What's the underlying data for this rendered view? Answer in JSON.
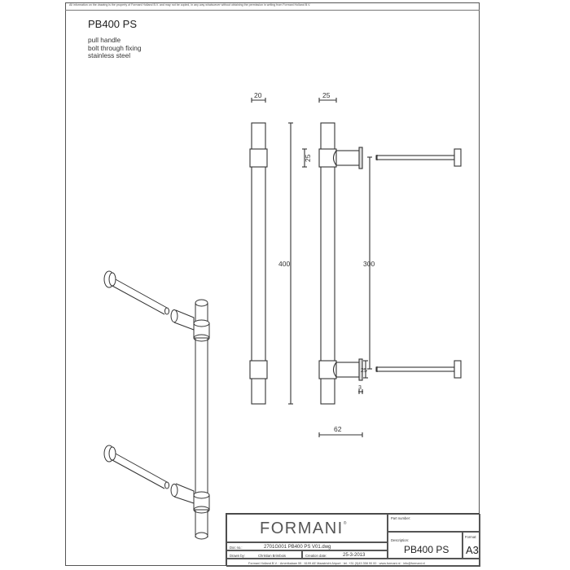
{
  "sheet": {
    "notice": "All information on the drawing is the property of Formani Holland B.V. and may not be copied, in any way whatsoever without obtaining the permission in writing from Formani Holland B.V.",
    "title": "PB400 PS",
    "description_lines": [
      "pull handle",
      "bolt through fixing",
      "stainless steel"
    ]
  },
  "dimensions": {
    "front_width": "20",
    "side_width": "25",
    "overall_length": "400",
    "center_distance": "300",
    "collar_height": "25",
    "rose_height": "25",
    "rose_thickness": "3",
    "projection": "62"
  },
  "title_block": {
    "brand": "FORMANI",
    "brand_mark": "®",
    "part_number_label": "Part number:",
    "part_number_value": "",
    "description_label": "Description:",
    "description_value": "PB400 PS",
    "format_label": "Format:",
    "format_value": "A3",
    "doc_no_label": "Doc no.:",
    "doc_no_value": "2701G001 PB400 PS V01.dwg",
    "drawn_by_label": "Drawn by:",
    "drawn_by_value": "Christian Brimbois",
    "creation_date_label": "Creation date:",
    "creation_date_value": "25-3-2013",
    "footer": "Formani Holland B.V. · Amerikalaan 55 · 6199 AE Maastricht Airport · tel. +31 (0)43 358 90 00 · www.formani.nl · info@formani.nl"
  },
  "colors": {
    "line": "#333333",
    "frame": "#555555",
    "background": "#ffffff"
  }
}
